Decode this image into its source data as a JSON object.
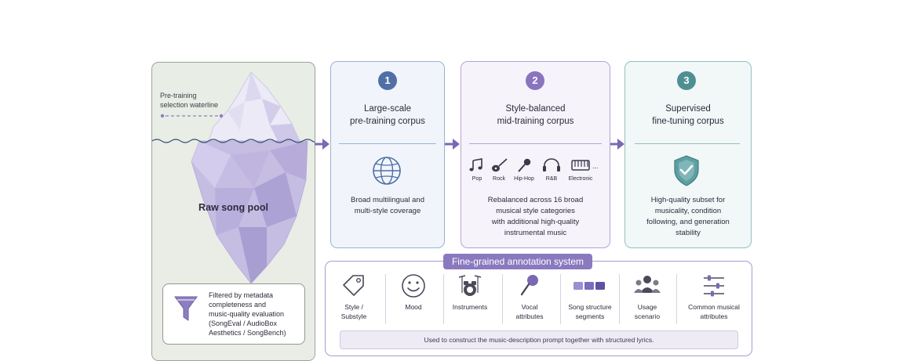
{
  "iceberg": {
    "waterline_label_line1": "Pre-training",
    "waterline_label_line2": "selection waterline",
    "pool_label": "Raw song pool",
    "filter_line1": "Filtered by metadata",
    "filter_line2": "completeness and",
    "filter_line3": "music-quality evaluation",
    "filter_line4": "(SongEval / AudioBox",
    "filter_line5": "Aesthetics / SongBench)",
    "filter_icon": "funnel-icon"
  },
  "stages": [
    {
      "number": "1",
      "title_line1": "Large-scale",
      "title_line2": "pre-training corpus",
      "icon": "globe-icon",
      "desc_line1": "Broad multilingual and",
      "desc_line2": "multi-style coverage",
      "color": "#4f6fa6"
    },
    {
      "number": "2",
      "title_line1": "Style-balanced",
      "title_line2": "mid-training corpus",
      "styles": [
        "Pop",
        "Rock",
        "Hip-Hop",
        "R&B",
        "Electronic"
      ],
      "more": "...",
      "desc_line1": "Rebalanced across 16 broad",
      "desc_line2": "musical style categories",
      "desc_line3": "with additional high-quality",
      "desc_line4": "instrumental music",
      "color": "#8a74bf"
    },
    {
      "number": "3",
      "title_line1": "Supervised",
      "title_line2": "fine-tuning corpus",
      "icon": "shield-check-icon",
      "desc_line1": "High-quality subset for",
      "desc_line2": "musicality, condition",
      "desc_line3": "following, and generation",
      "desc_line4": "stability",
      "color": "#4f8f93"
    }
  ],
  "annotation": {
    "title": "Fine-grained annotation system",
    "items": [
      {
        "line1": "Style /",
        "line2": "Substyle",
        "icon": "tag-icon"
      },
      {
        "line1": "Mood",
        "line2": "",
        "icon": "smiley-icon"
      },
      {
        "line1": "Instruments",
        "line2": "",
        "icon": "drum-kit-icon"
      },
      {
        "line1": "Vocal",
        "line2": "attributes",
        "icon": "microphone-icon"
      },
      {
        "line1": "Song structure",
        "line2": "segments",
        "icon": "segments-icon"
      },
      {
        "line1": "Usage",
        "line2": "scenario",
        "icon": "people-icon"
      },
      {
        "line1": "Common musical",
        "line2": "attributes",
        "icon": "sliders-icon"
      }
    ],
    "footer": "Used to construct the music-description prompt together with structured lyrics."
  }
}
